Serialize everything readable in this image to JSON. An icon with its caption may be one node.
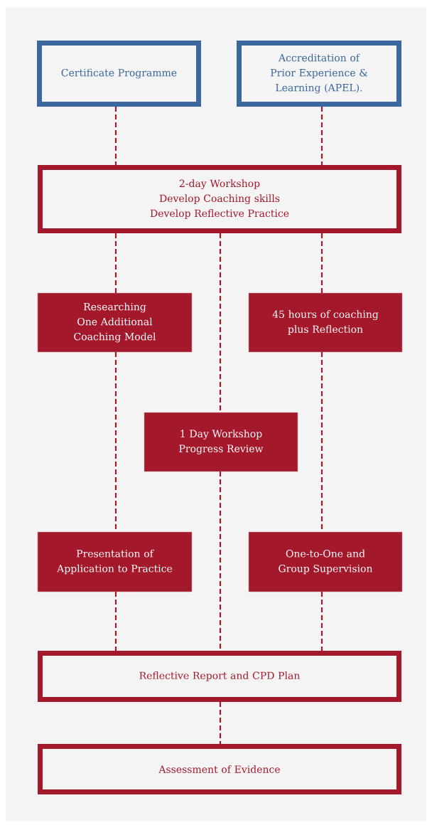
{
  "diagram": {
    "nodes": [
      {
        "text": [
          "Certificate Programme"
        ]
      },
      {
        "text": [
          "Accreditation of Prior Experience & Learning (APEL)."
        ]
      },
      {
        "text": [
          "2-day Workshop",
          "Develop Coaching skills",
          "Develop Reflective Practice"
        ]
      },
      {
        "text": [
          "Researching One Additional Coaching Model"
        ]
      },
      {
        "text": [
          "45 hours of coaching plus Reflection"
        ]
      },
      {
        "text": [
          "1 Day Workshop Progress Review"
        ]
      },
      {
        "text": [
          "Presentation of Application to Practice"
        ]
      },
      {
        "text": [
          "One-to-One and Group Supervision"
        ]
      },
      {
        "text": [
          "Reflective Report and CPD Plan"
        ]
      },
      {
        "text": [
          "Assessment of Evidence"
        ]
      }
    ],
    "edges": [
      {
        "from": 0,
        "to": 2,
        "arrow": "none",
        "style": "dashed"
      },
      {
        "from": 1,
        "to": 2,
        "arrow": "none",
        "style": "dashed"
      },
      {
        "from": 2,
        "to": 3,
        "arrow": "none",
        "style": "dashed"
      },
      {
        "from": 2,
        "to": 5,
        "arrow": "none",
        "style": "dashed"
      },
      {
        "from": 2,
        "to": 4,
        "arrow": "none",
        "style": "dashed"
      },
      {
        "from": 3,
        "to": 6,
        "arrow": "none",
        "style": "dashed"
      },
      {
        "from": 5,
        "to": 8,
        "arrow": "none",
        "style": "dashed"
      },
      {
        "from": 4,
        "to": 7,
        "arrow": "none",
        "style": "dashed"
      },
      {
        "from": 6,
        "to": 8,
        "arrow": "none",
        "style": "dashed"
      },
      {
        "from": 7,
        "to": 8,
        "arrow": "none",
        "style": "dashed"
      },
      {
        "from": 8,
        "to": 9,
        "arrow": "none",
        "style": "dashed"
      }
    ]
  }
}
